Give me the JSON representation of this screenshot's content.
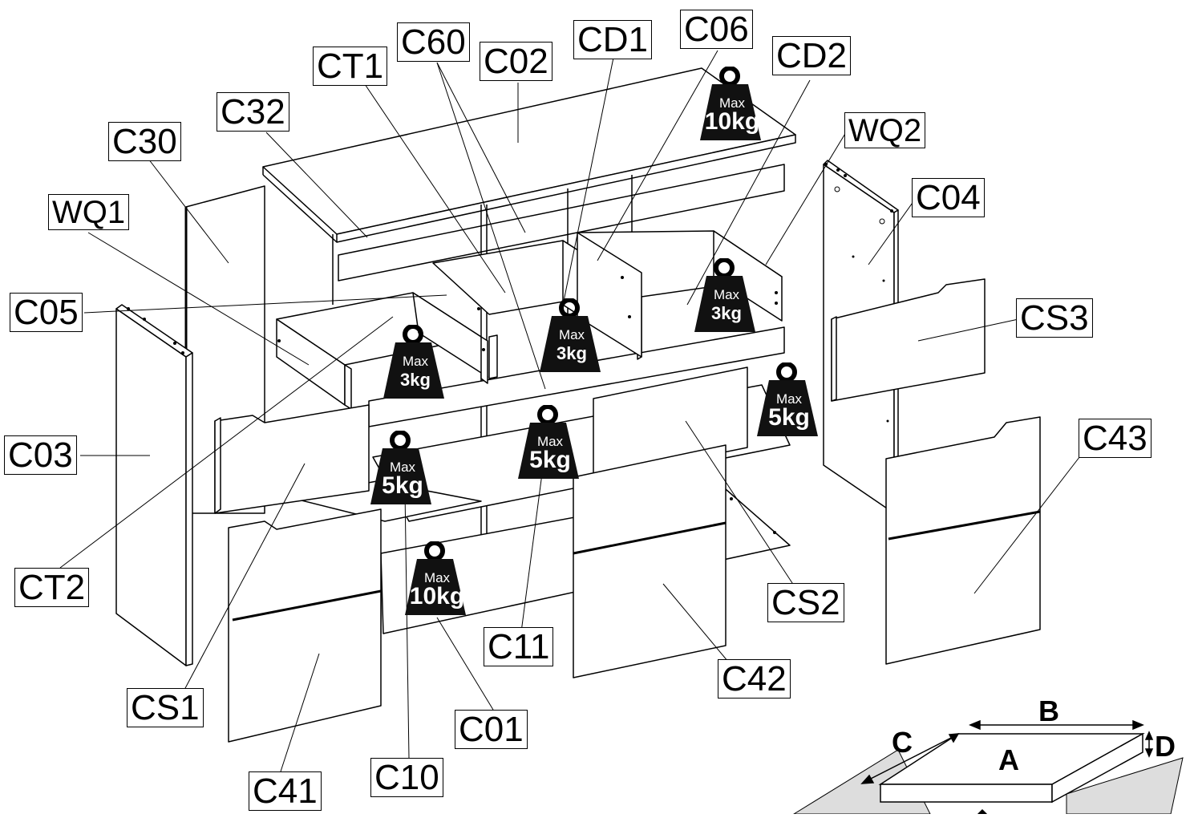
{
  "labels": {
    "ct1": "CT1",
    "c60": "C60",
    "c02": "C02",
    "cd1": "CD1",
    "c06": "C06",
    "cd2": "CD2",
    "c32": "C32",
    "c30": "C30",
    "wq2": "WQ2",
    "c04": "C04",
    "wq1": "WQ1",
    "c05": "C05",
    "cs3": "CS3",
    "c03": "C03",
    "c43": "C43",
    "ct2": "CT2",
    "cs2": "CS2",
    "c11": "C11",
    "c42": "C42",
    "cs1": "CS1",
    "c01": "C01",
    "c41": "C41",
    "c10": "C10"
  },
  "weights": {
    "top": {
      "max": "Max",
      "value": "10kg"
    },
    "drawer_left": {
      "max": "Max",
      "value": "3kg"
    },
    "drawer_mid": {
      "max": "Max",
      "value": "3kg"
    },
    "drawer_right": {
      "max": "Max",
      "value": "3kg"
    },
    "shelf_right": {
      "max": "Max",
      "value": "5kg"
    },
    "shelf_mid": {
      "max": "Max",
      "value": "5kg"
    },
    "shelf_left": {
      "max": "Max",
      "value": "5kg"
    },
    "bottom": {
      "max": "Max",
      "value": "10kg"
    }
  },
  "dimension_key": {
    "a": "A",
    "b": "B",
    "c": "C",
    "d": "D"
  }
}
